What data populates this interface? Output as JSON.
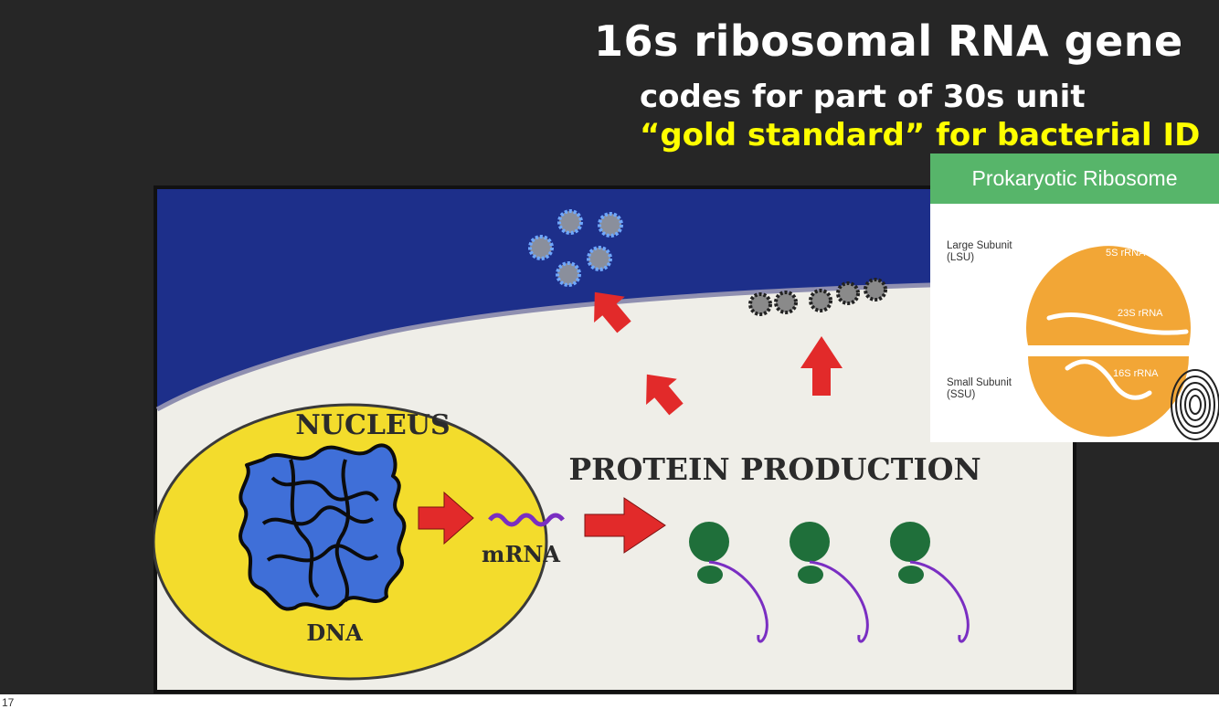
{
  "slide": {
    "title": "16s ribosomal RNA gene",
    "subtitle_line1": "codes for part of 30s unit",
    "subtitle_line2": "“gold standard” for bacterial ID",
    "page_number": "17"
  },
  "cell_diagram": {
    "nucleus_label": "NUCLEUS",
    "dna_label": "DNA",
    "mrna_label": "mRNA",
    "protein_label": "PROTEIN PRODUCTION"
  },
  "inset": {
    "header": "Prokaryotic Ribosome",
    "large_subunit_label": "Large Subunit\n(LSU)",
    "small_subunit_label": "Small Subunit\n(SSU)",
    "rrna_5s": "5S rRNA",
    "rrna_23s": "23S rRNA",
    "rrna_16s": "16S rRNA",
    "colors": {
      "header": "#57b56a",
      "subunit": "#f2a636"
    }
  }
}
